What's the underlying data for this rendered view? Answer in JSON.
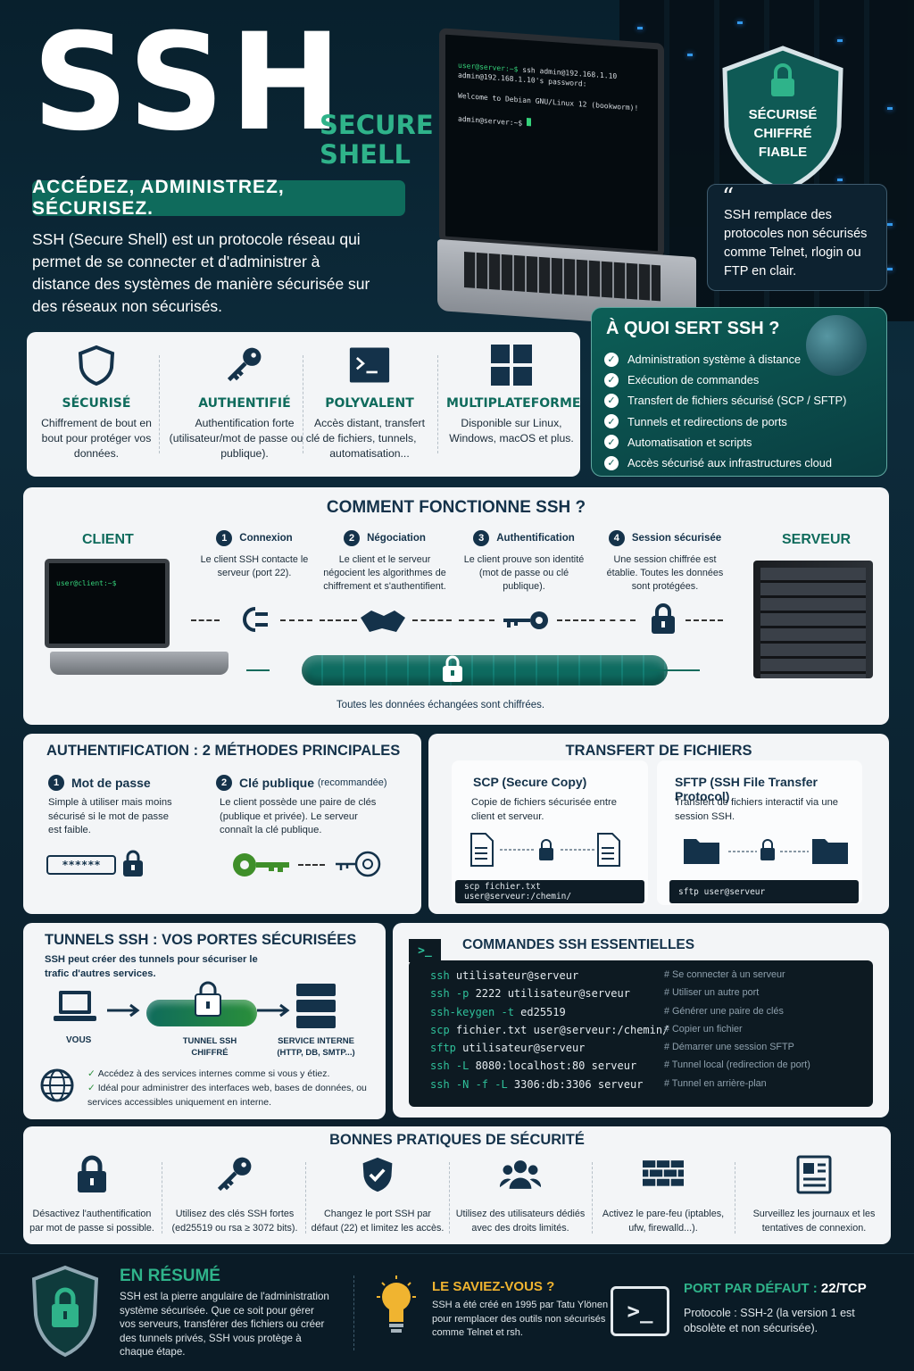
{
  "hero": {
    "title": "SSH",
    "secure_line1": "SECURE",
    "secure_line2": "SHELL",
    "tagline": "ACCÉDEZ, ADMINISTREZ, SÉCURISEZ.",
    "intro": "SSH (Secure Shell) est un protocole réseau qui permet de se connecter et d'administrer à distance des systèmes de manière sécurisée sur des réseaux non sécurisés."
  },
  "terminal": {
    "line1_prompt": "user@server:~$",
    "line1_cmd": " ssh admin@192.168.1.10",
    "line2": "admin@192.168.1.10's password:",
    "line3": "Welcome to Debian GNU/Linux 12 (bookworm)!",
    "line4": "admin@server:~$"
  },
  "shield": {
    "l1": "SÉCURISÉ",
    "l2": "CHIFFRÉ",
    "l3": "FIABLE"
  },
  "quote": {
    "mark": "“",
    "text": "SSH remplace des protocoles non sécurisés comme Telnet, rlogin ou FTP en clair."
  },
  "features": [
    {
      "title": "SÉCURISÉ",
      "text": "Chiffrement de bout en bout pour protéger vos données.",
      "icon": "shield-icon"
    },
    {
      "title": "AUTHENTIFIÉ",
      "text": "Authentification forte (utilisateur/mot de passe ou clé publique).",
      "icon": "key-icon"
    },
    {
      "title": "POLYVALENT",
      "text": "Accès distant, transfert de fichiers, tunnels, automatisation...",
      "icon": "terminal-icon"
    },
    {
      "title": "MULTIPLATEFORME",
      "text": "Disponible sur Linux, Windows, macOS et plus.",
      "icon": "windows-icon"
    }
  ],
  "aquoi": {
    "title": "À QUOI SERT SSH ?",
    "items": [
      "Administration système à distance",
      "Exécution de commandes",
      "Transfert de fichiers sécurisé (SCP / SFTP)",
      "Tunnels et redirections de ports",
      "Automatisation et scripts",
      "Accès sécurisé aux infrastructures cloud"
    ]
  },
  "how": {
    "title": "COMMENT FONCTIONNE SSH ?",
    "client": "CLIENT",
    "server": "SERVEUR",
    "client_prompt": "user@client:~$",
    "steps": [
      {
        "n": "1",
        "title": "Connexion",
        "text": "Le client SSH contacte le serveur (port 22)."
      },
      {
        "n": "2",
        "title": "Négociation",
        "text": "Le client et le serveur négocient les algorithmes de chiffrement et s'authentifient."
      },
      {
        "n": "3",
        "title": "Authentification",
        "text": "Le client prouve son identité (mot de passe ou clé publique)."
      },
      {
        "n": "4",
        "title": "Session sécurisée",
        "text": "Une session chiffrée est établie. Toutes les données sont protégées."
      }
    ],
    "caption": "Toutes les données échangées sont chiffrées."
  },
  "auth": {
    "title": "AUTHENTIFICATION : 2 MÉTHODES PRINCIPALES",
    "m1_n": "1",
    "m1_title": "Mot de passe",
    "m1_text": "Simple à utiliser mais moins sécurisé si le mot de passe est faible.",
    "m1_field": "******",
    "m2_n": "2",
    "m2_title": "Clé publique",
    "m2_tag": "(recommandée)",
    "m2_text": "Le client possède une paire de clés (publique et privée). Le serveur connaît la clé publique."
  },
  "transfer": {
    "title": "TRANSFERT DE FICHIERS",
    "scp_title": "SCP (Secure Copy)",
    "scp_text": "Copie de fichiers sécurisée entre client et serveur.",
    "scp_cmd": "scp fichier.txt user@serveur:/chemin/",
    "sftp_title": "SFTP (SSH File Transfer Protocol)",
    "sftp_text": "Transfert de fichiers interactif via une session SSH.",
    "sftp_cmd": "sftp user@serveur"
  },
  "tunnels": {
    "title": "TUNNELS SSH : VOS PORTES SÉCURISÉES",
    "intro": "SSH peut créer des tunnels pour sécuriser le trafic d'autres services.",
    "vous": "VOUS",
    "tunnel": "TUNNEL SSH\nCHIFFRÉ",
    "service": "SERVICE INTERNE\n(HTTP, DB, SMTP...)",
    "b1": "Accédez à des services internes comme si vous y étiez.",
    "b2": "Idéal pour administrer des interfaces web, bases de données, ou services accessibles uniquement en interne."
  },
  "commands": {
    "title": "COMMANDES SSH ESSENTIELLES",
    "prompt_icon": ">_",
    "rows": [
      {
        "cmd": "ssh",
        "args": " utilisateur@serveur",
        "comment": "# Se connecter à un serveur"
      },
      {
        "cmd": "ssh -p",
        "args": " 2222 utilisateur@serveur",
        "comment": "# Utiliser un autre port"
      },
      {
        "cmd": "ssh-keygen -t",
        "args": " ed25519",
        "comment": "# Générer une paire de clés"
      },
      {
        "cmd": "scp",
        "args": " fichier.txt user@serveur:/chemin/",
        "comment": "# Copier un fichier"
      },
      {
        "cmd": "sftp",
        "args": " utilisateur@serveur",
        "comment": "# Démarrer une session SFTP"
      },
      {
        "cmd": "ssh -L",
        "args": " 8080:localhost:80 serveur",
        "comment": "# Tunnel local (redirection de port)"
      },
      {
        "cmd": "ssh -N -f -L",
        "args": " 3306:db:3306 serveur",
        "comment": "# Tunnel en arrière-plan"
      }
    ]
  },
  "practices": {
    "title": "BONNES PRATIQUES DE SÉCURITÉ",
    "items": [
      {
        "text": "Désactivez l'authentification par mot de passe si possible.",
        "icon": "lock-icon"
      },
      {
        "text": "Utilisez des clés SSH fortes (ed25519 ou rsa ≥ 3072 bits).",
        "icon": "key-icon"
      },
      {
        "text": "Changez le port SSH par défaut (22) et limitez les accès.",
        "icon": "shield-check-icon"
      },
      {
        "text": "Utilisez des utilisateurs dédiés avec des droits limités.",
        "icon": "users-icon"
      },
      {
        "text": "Activez le pare-feu (iptables, ufw, firewalld...).",
        "icon": "firewall-icon"
      },
      {
        "text": "Surveillez les journaux et les tentatives de connexion.",
        "icon": "log-icon"
      }
    ]
  },
  "footer": {
    "resume_title": "EN RÉSUMÉ",
    "resume_text": "SSH est la pierre angulaire de l'administration système sécurisée. Que ce soit pour gérer vos serveurs, transférer des fichiers ou créer des tunnels privés, SSH vous protège à chaque étape.",
    "saviez_title": "LE SAVIEZ-VOUS ?",
    "saviez_text": "SSH a été créé en 1995 par Tatu Ylönen pour remplacer des outils non sécurisés comme Telnet et rsh.",
    "port_title": "PORT PAR DÉFAUT : ",
    "port_value": "22/TCP",
    "port_text": "Protocole : SSH-2 (la version 1 est obsolète et non sécurisée).",
    "prompt_icon": ">_"
  },
  "colors": {
    "accent": "#0f6b5c",
    "accent_light": "#2fb38a",
    "navy": "#14324a",
    "gold": "#f0b430"
  }
}
